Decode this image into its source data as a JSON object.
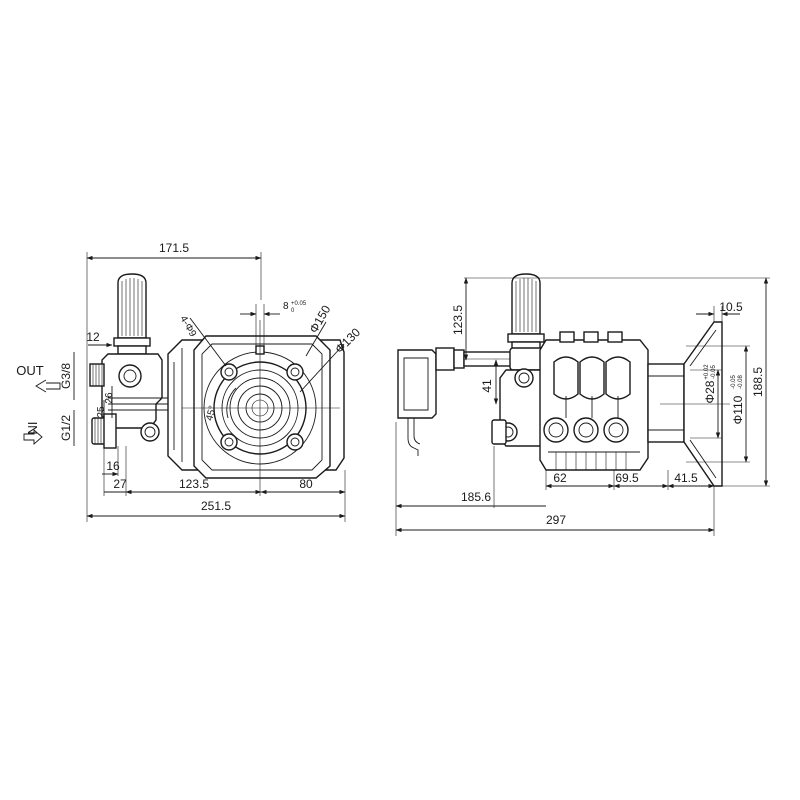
{
  "front_view": {
    "width_top": "171.5",
    "width_total": "251.5",
    "bottom_left": "123.5",
    "bottom_right": "80",
    "dim_27": "27",
    "dim_16": "16",
    "dim_12": "12",
    "dim_26": "26",
    "dim_25": "25",
    "keyway": "8",
    "keyway_tol_upper": "+0.05",
    "keyway_tol_lower": "0",
    "bolt_holes": "4-Φ9",
    "angle": "45°",
    "circle_150": "Φ150",
    "circle_130": "Φ130",
    "out_label": "OUT",
    "in_label": "IN",
    "out_thread": "G3/8",
    "in_thread": "G1/2"
  },
  "side_view": {
    "height_top": "123.5",
    "height_41": "41",
    "dim_10_5": "10.5",
    "height_total": "188.5",
    "shaft_dia": "Φ28",
    "shaft_tol_upper": "+0.02",
    "shaft_tol_lower": "-0.05",
    "flange_dia": "Φ110",
    "flange_tol_upper": "-0.05",
    "flange_tol_lower": "-0.08",
    "dim_62": "62",
    "dim_69_5": "69.5",
    "dim_41_5": "41.5",
    "dim_185_6": "185.6",
    "length_total": "297"
  }
}
